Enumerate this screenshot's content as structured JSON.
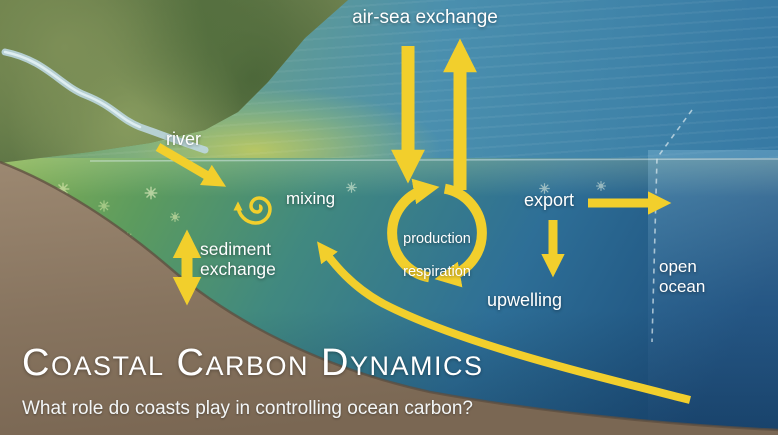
{
  "labels": {
    "air_sea": "air-sea exchange",
    "river": "river",
    "mixing": "mixing",
    "sediment": "sediment exchange",
    "production": "production",
    "respiration": "respiration",
    "export": "export",
    "upwelling": "upwelling",
    "open_ocean": "open ocean"
  },
  "title": "Coastal Carbon Dynamics",
  "subtitle": "What role do coasts play in controlling ocean carbon?",
  "colors": {
    "arrow_yellow": "#F2CF2C",
    "label_white": "#FFFFFF",
    "seafloor_brown": "#8A7763",
    "deep_ocean_blue": "#1C4D7B",
    "coastal_green": "#5C9B5E",
    "dashed_boundary": "#DCE9EF"
  },
  "icons": {
    "mixing_icon": "spiral",
    "production_loop_icon": "circular-arrow",
    "plankton_icon": "plankton-asterisk",
    "flux_icon": "thick-yellow-arrow"
  }
}
